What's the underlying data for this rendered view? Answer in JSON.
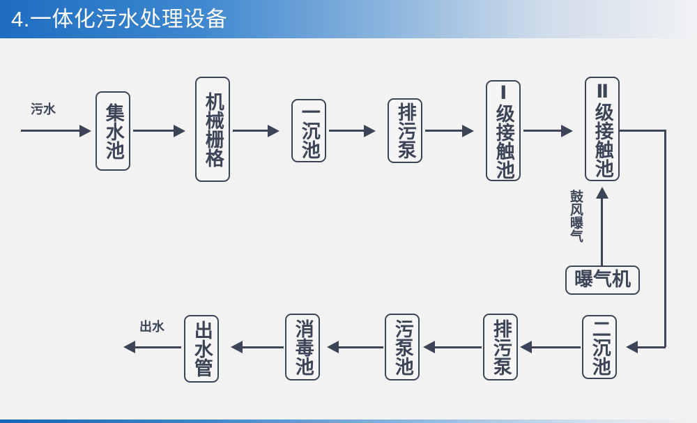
{
  "header": {
    "title": "4.一体化污水处理设备",
    "accent_color": "#1e6dc0",
    "text_color": "#ffffff"
  },
  "canvas": {
    "background_color": "#f2f2f2",
    "node_border_color": "#3c4558",
    "node_fill_color": "#f5f5f5",
    "connector_color": "#3c4558"
  },
  "diagram": {
    "type": "process-flowchart",
    "orientation": "serpentine-two-rows",
    "nodes": [
      {
        "id": "jishuichi",
        "label": "集水池",
        "row": "top",
        "order": 1,
        "orientation": "vertical"
      },
      {
        "id": "jixieshange",
        "label": "机械栅格",
        "row": "top",
        "order": 2,
        "orientation": "vertical"
      },
      {
        "id": "yichenchi",
        "label": "一沉池",
        "row": "top",
        "order": 3,
        "orientation": "vertical"
      },
      {
        "id": "paiwubeng1",
        "label": "排污泵",
        "row": "top",
        "order": 4,
        "orientation": "vertical"
      },
      {
        "id": "jiechuchi1",
        "label": "Ⅰ级接触池",
        "row": "top",
        "order": 5,
        "orientation": "vertical"
      },
      {
        "id": "jiechuchi2",
        "label": "Ⅱ级接触池",
        "row": "top",
        "order": 6,
        "orientation": "vertical"
      },
      {
        "id": "baoqiji",
        "label": "曝气机",
        "row": "middle",
        "order": 7,
        "orientation": "horizontal"
      },
      {
        "id": "erchenchi",
        "label": "二沉池",
        "row": "bottom",
        "order": 8,
        "orientation": "vertical"
      },
      {
        "id": "paiwubeng2",
        "label": "排污泵",
        "row": "bottom",
        "order": 9,
        "orientation": "vertical"
      },
      {
        "id": "wubengchi",
        "label": "污泵池",
        "row": "bottom",
        "order": 10,
        "orientation": "vertical"
      },
      {
        "id": "xiaoduchi",
        "label": "消毒池",
        "row": "bottom",
        "order": 11,
        "orientation": "vertical"
      },
      {
        "id": "chushuiguan",
        "label": "出水管",
        "row": "bottom",
        "order": 12,
        "orientation": "vertical"
      }
    ],
    "edge_labels": {
      "inlet": "污水",
      "outlet": "出水",
      "aeration": "鼓风曝气"
    },
    "flow_sequence": [
      "污水",
      "集水池",
      "机械栅格",
      "一沉池",
      "排污泵",
      "Ⅰ级接触池",
      "Ⅱ级接触池",
      "二沉池",
      "排污泵",
      "污泵池",
      "消毒池",
      "出水管",
      "出水"
    ]
  }
}
